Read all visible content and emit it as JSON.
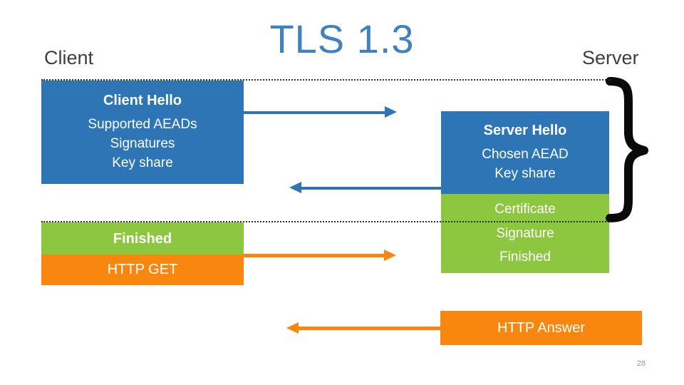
{
  "slide": {
    "title": "TLS 1.3",
    "client_label": "Client",
    "server_label": "Server",
    "page_number": "28"
  },
  "messages": {
    "client_hello": {
      "title": "Client Hello",
      "lines": [
        "Supported AEADs",
        "Signatures",
        "Key share"
      ]
    },
    "server_hello": {
      "title": "Server Hello",
      "lines": [
        "Chosen AEAD",
        "Key share"
      ]
    },
    "server_encrypted": {
      "lines": [
        "Certificate",
        "Signature",
        "Finished"
      ]
    },
    "client_finished": {
      "title": "Finished"
    },
    "http_get": {
      "label": "HTTP GET"
    },
    "http_answer": {
      "label": "HTTP Answer"
    }
  },
  "icons": {
    "client_hello_arrow": "arrow-right",
    "server_reply_arrow": "arrow-left",
    "http_get_arrow": "arrow-right",
    "http_answer_arrow": "arrow-left",
    "encrypted_section_brace": "right-curly-brace"
  },
  "colors": {
    "title_blue": "#4081C2",
    "message_blue": "#2E75B6",
    "message_green": "#8DC63F",
    "message_orange": "#F9870F",
    "label_gray": "#3F3F3F",
    "brace_black": "#0A0A0A",
    "page_number_gray": "#9A9A9A"
  }
}
